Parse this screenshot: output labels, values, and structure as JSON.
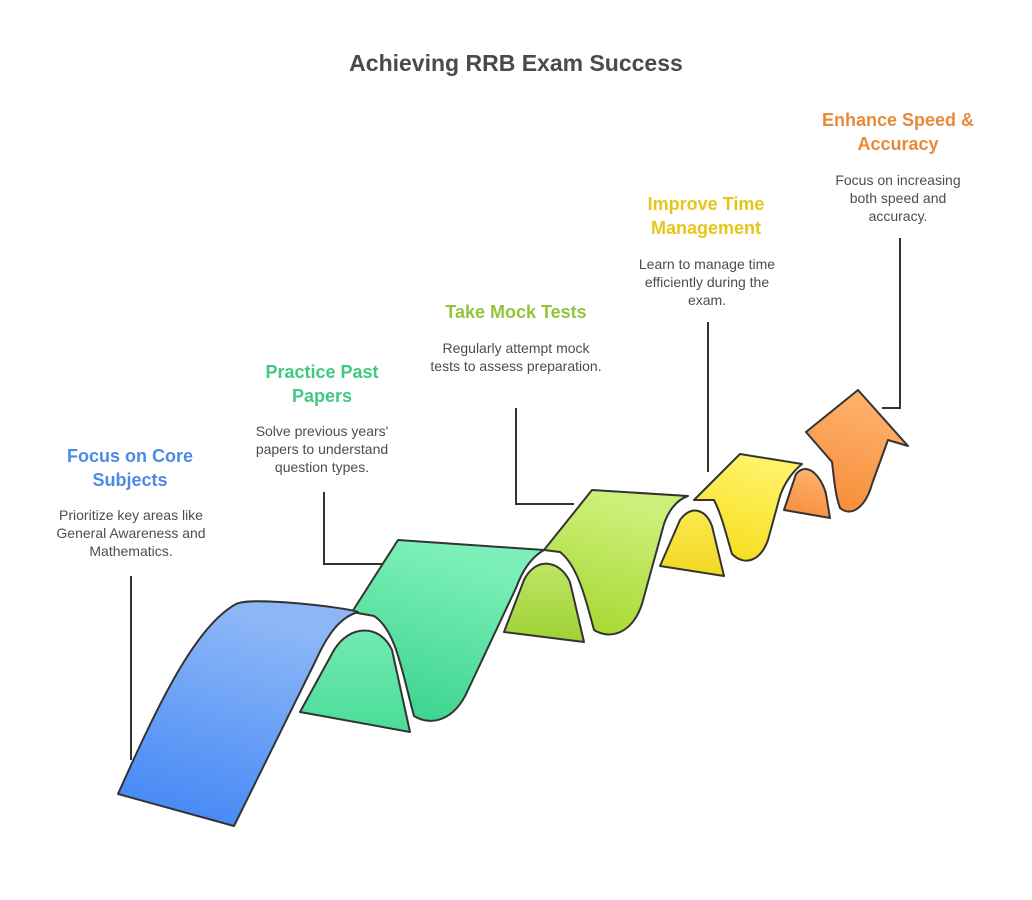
{
  "title": "Achieving RRB Exam Success",
  "colors": {
    "blue": "#4d8ae6",
    "green": "#42c980",
    "lime": "#94c43d",
    "yellow": "#e6c619",
    "orange": "#e8893a",
    "text": "#4d4d4d",
    "line": "#333333"
  },
  "steps": [
    {
      "title": "Focus on Core Subjects",
      "description": "Prioritize key areas like General Awareness and Mathematics."
    },
    {
      "title": "Practice Past Papers",
      "description": "Solve previous years' papers to understand question types."
    },
    {
      "title": "Take Mock Tests",
      "description": "Regularly attempt mock tests to assess preparation."
    },
    {
      "title": "Improve Time Management",
      "description": "Learn to manage time efficiently during the exam."
    },
    {
      "title": "Enhance Speed & Accuracy",
      "description": "Focus on increasing both speed and accuracy."
    }
  ]
}
